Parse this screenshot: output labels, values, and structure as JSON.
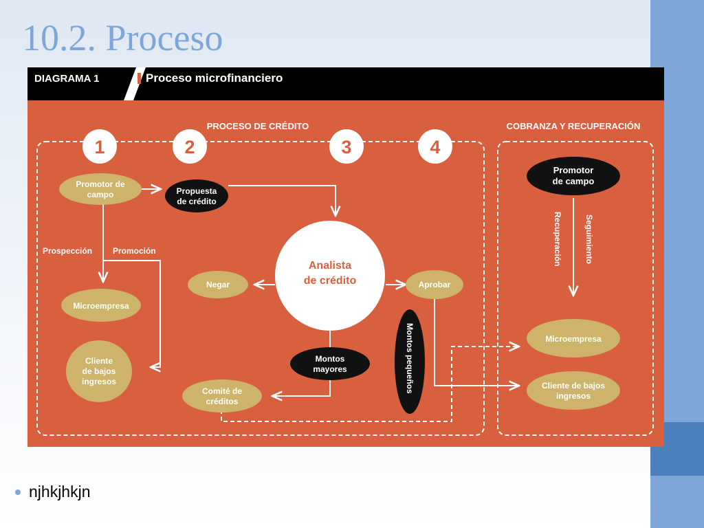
{
  "slide": {
    "title": "10.2. Proceso",
    "bullet": "njhkjhkjn"
  },
  "diagram": {
    "label": "DIAGRAMA 1",
    "title": "Proceso microfinanciero",
    "section_credit": "PROCESO DE CRÉDITO",
    "section_collection": "COBRANZA Y RECUPERACIÓN",
    "steps": [
      "1",
      "2",
      "3",
      "4"
    ],
    "nodes": {
      "promotor_left": [
        "Promotor de",
        "campo"
      ],
      "propuesta": [
        "Propuesta",
        "de crédito"
      ],
      "analista": [
        "Analista",
        "de crédito"
      ],
      "negar": "Negar",
      "aprobar": "Aprobar",
      "microempresa_left": "Microempresa",
      "cliente_left": [
        "Cliente",
        "de bajos",
        "ingresos"
      ],
      "montos_mayores": [
        "Montos",
        "mayores"
      ],
      "montos_pequenos": "Montos pequeños",
      "comite": [
        "Comité de",
        "créditos"
      ],
      "promotor_right": [
        "Promotor",
        "de campo"
      ],
      "microempresa_right": "Microempresa",
      "cliente_right": [
        "Cliente de bajos",
        "ingresos"
      ]
    },
    "edge_labels": {
      "prospeccion": "Prospección",
      "promocion": "Promoción",
      "recuperacion": "Recuperación",
      "seguimiento": "Seguimiento"
    },
    "colors": {
      "background": "#d9603f",
      "header": "#000000",
      "node_tan": "#cdb46a",
      "node_black": "#111111",
      "white": "#ffffff"
    }
  }
}
